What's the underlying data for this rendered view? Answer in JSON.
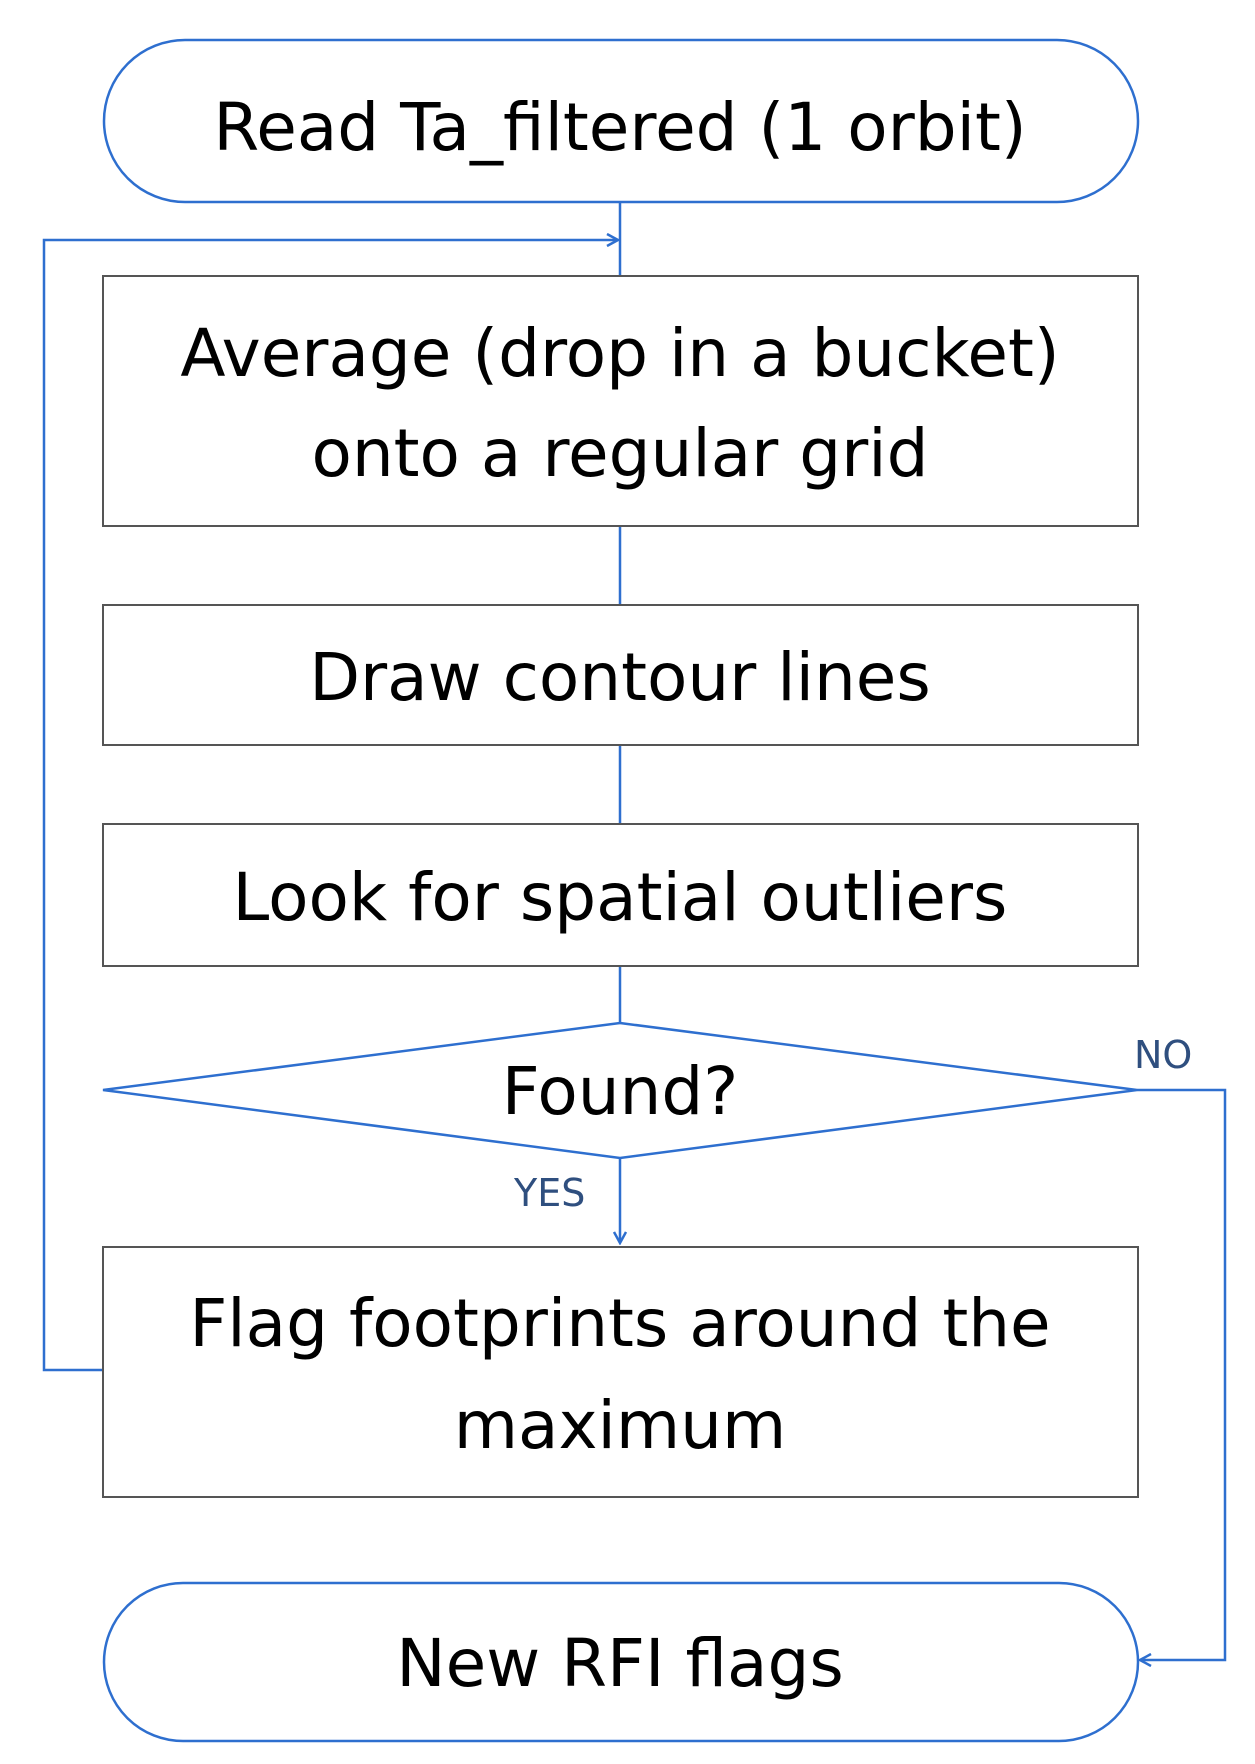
{
  "nodes": {
    "start": {
      "label": "Read Ta_filtered (1 orbit)"
    },
    "average": {
      "line1": "Average (drop in a bucket)",
      "line2": "onto a regular grid"
    },
    "contour": {
      "label": "Draw contour lines"
    },
    "outliers": {
      "label": "Look for spatial outliers"
    },
    "decision": {
      "label": "Found?"
    },
    "flag": {
      "line1": "Flag footprints around the",
      "line2": "maximum"
    },
    "end": {
      "label": "New RFI flags"
    }
  },
  "edges": {
    "yes_label": "YES",
    "no_label": "NO"
  },
  "colors": {
    "stroke": "#2e6fcf",
    "label": "#2f4f7f",
    "text": "#000000",
    "background": "#ffffff"
  }
}
